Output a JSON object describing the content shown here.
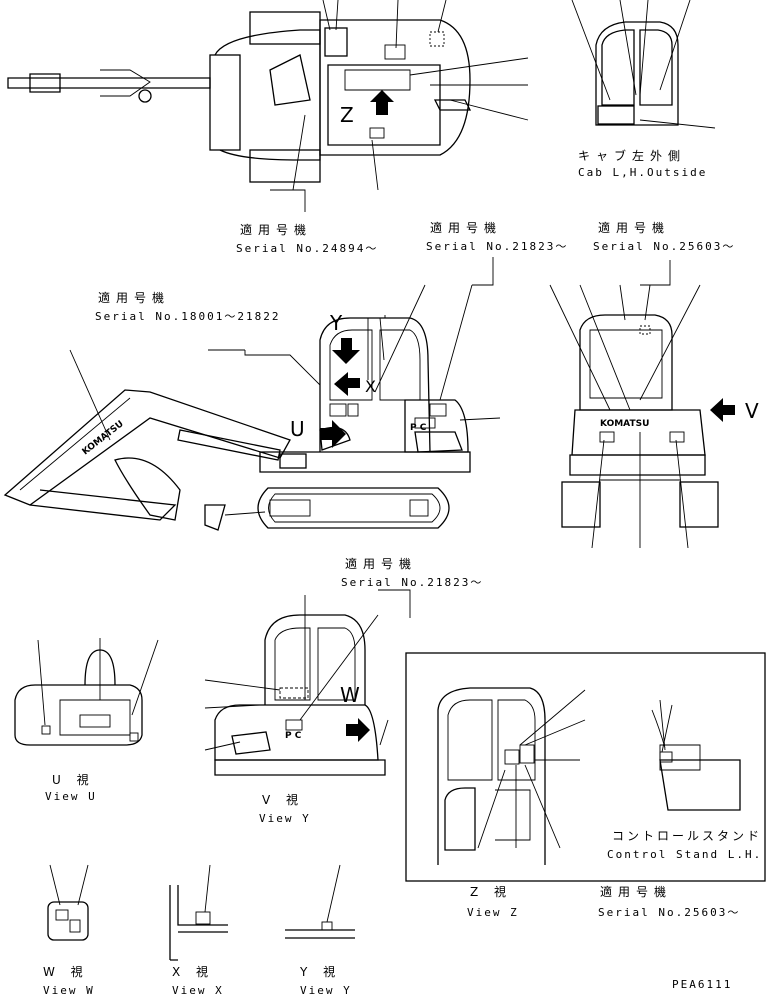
{
  "callouts": {
    "cab_outside_jp": "キャブ左外側",
    "cab_outside_en": "Cab L,H.Outside",
    "top_serial_jp": "適用号機",
    "top_serial_en": "Serial No.24894～",
    "mid_serial1_jp": "適用号機",
    "mid_serial1_en": "Serial No.21823～",
    "mid_serial2_jp": "適用号機",
    "mid_serial2_en": "Serial No.25603～",
    "left_serial_jp": "適用号機",
    "left_serial_en": "Serial No.18001～21822",
    "lower_serial_jp": "適用号機",
    "lower_serial_en": "Serial No.21823～",
    "control_stand_jp": "コントロールスタンド 左",
    "control_stand_en": "Control Stand L.H.",
    "bottom_serial_jp": "適用号機",
    "bottom_serial_en": "Serial No.25603～"
  },
  "view_letters": {
    "z": "Z",
    "y": "Y",
    "x": "X",
    "u": "U",
    "v": "V",
    "w": "W"
  },
  "views": {
    "u_jp": "U 視",
    "u_en": "View U",
    "v_jp": "V 視",
    "v_en": "View Y",
    "z_jp": "Z 視",
    "z_en": "View Z",
    "w_jp": "W 視",
    "w_en": "View W",
    "x_jp": "X 視",
    "x_en": "View X",
    "y_jp": "Y 視",
    "y_en": "View Y"
  },
  "brand": "KOMATSU",
  "pc_mark": "P C",
  "drawing_code": "PEA6111"
}
